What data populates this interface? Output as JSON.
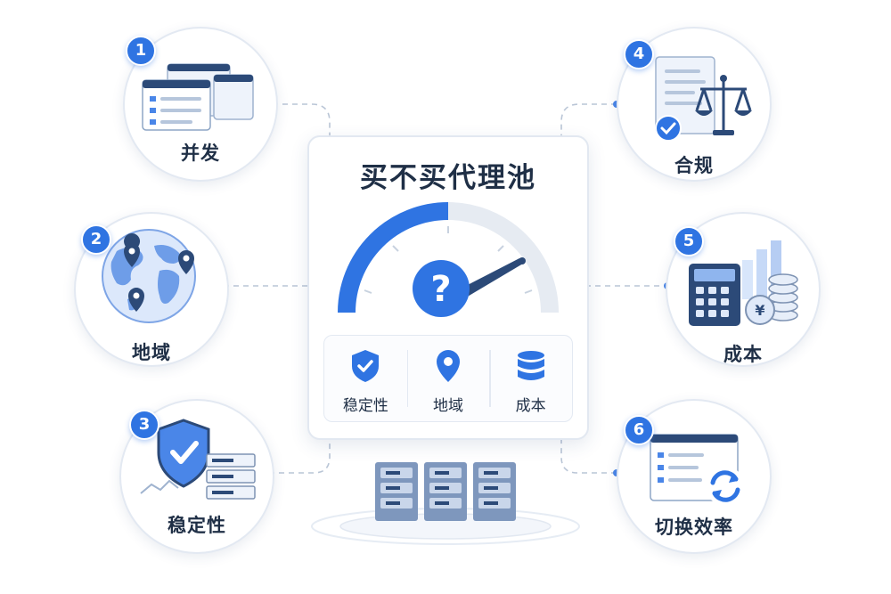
{
  "title": "买不买代理池",
  "center_icon": "question-mark-icon",
  "metrics": [
    {
      "label": "稳定性",
      "icon": "shield-check-icon"
    },
    {
      "label": "地域",
      "icon": "location-pin-icon"
    },
    {
      "label": "成本",
      "icon": "database-icon"
    }
  ],
  "factors": [
    {
      "number": "1",
      "label": "并发",
      "icon": "browser-windows-icon"
    },
    {
      "number": "2",
      "label": "地域",
      "icon": "globe-pins-icon"
    },
    {
      "number": "3",
      "label": "稳定性",
      "icon": "shield-server-icon"
    },
    {
      "number": "4",
      "label": "合规",
      "icon": "document-scale-icon"
    },
    {
      "number": "5",
      "label": "成本",
      "icon": "calculator-coins-icon"
    },
    {
      "number": "6",
      "label": "切换效率",
      "icon": "refresh-window-icon"
    }
  ],
  "colors": {
    "accent": "#2f74e2",
    "accent_light": "#d8e6fb",
    "dark": "#2c4a78",
    "text": "#1f2f46",
    "line": "#b8c4d4"
  }
}
